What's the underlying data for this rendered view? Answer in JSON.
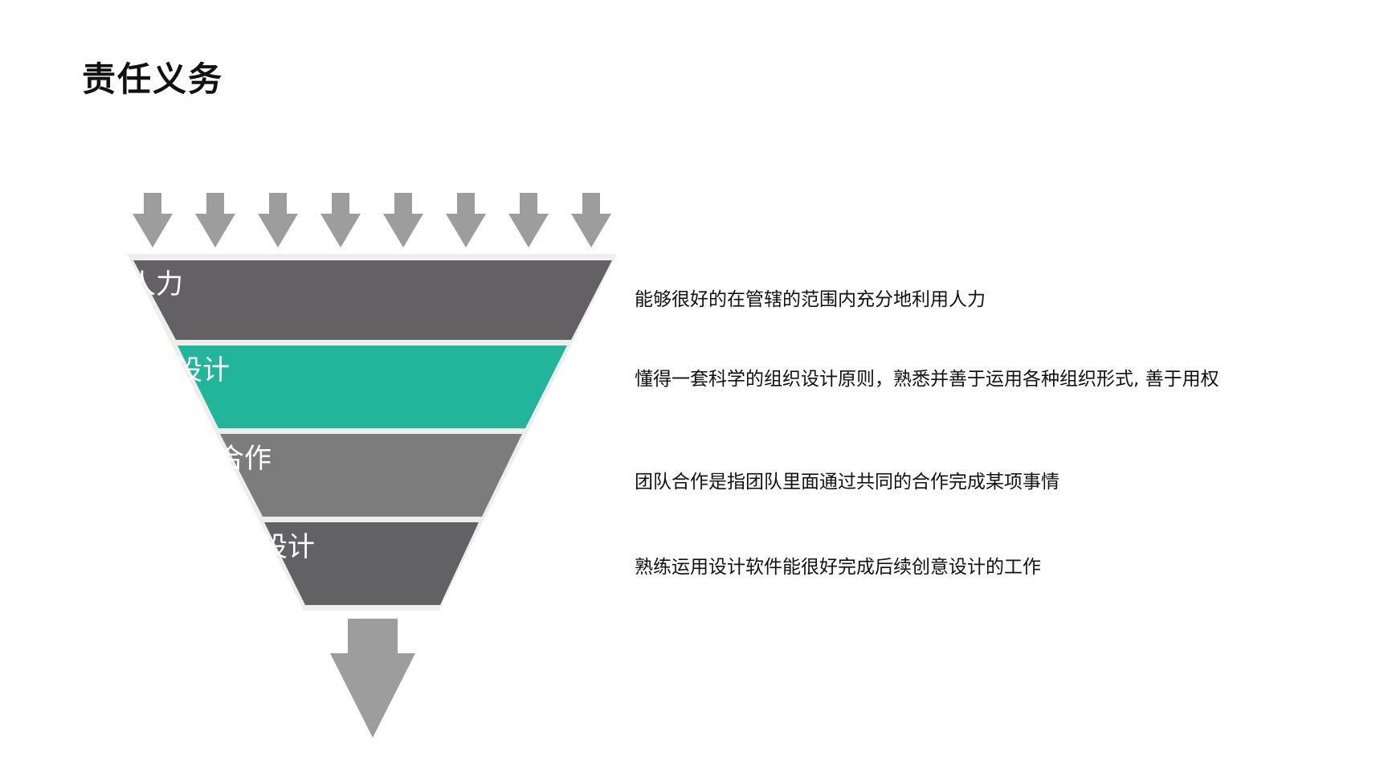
{
  "page": {
    "title": "责任义务"
  },
  "funnel": {
    "input_arrow_count": 8,
    "output_arrow": "down-arrow-icon",
    "layers": [
      {
        "label": "人力",
        "color": "#636164"
      },
      {
        "label": "设计",
        "color": "#23b59c"
      },
      {
        "label": "合作",
        "color": "#7c7c7c"
      },
      {
        "label": "设计",
        "color": "#626163"
      }
    ]
  },
  "descriptions": [
    {
      "text": "能够很好的在管辖的范围内充分地利用人力"
    },
    {
      "text": "懂得一套科学的组织设计原则，熟悉并善于运用各种组织形式, 善于用权"
    },
    {
      "text": "团队合作是指团队里面通过共同的合作完成某项事情"
    },
    {
      "text": "熟练运用设计软件能很好完成后续创意设计的工作"
    }
  ],
  "colors": {
    "arrow": "#9d9d9d",
    "outline": "#eeeeee",
    "text": "#111111"
  }
}
